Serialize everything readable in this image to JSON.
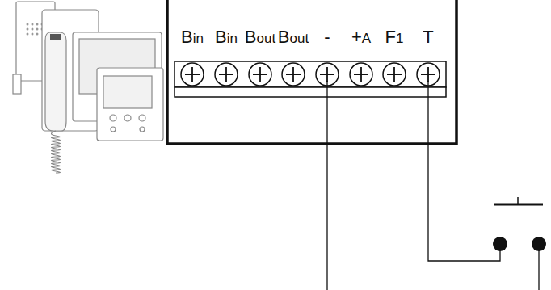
{
  "diagram": {
    "labels": [
      "Bin",
      "Bin",
      "Bout",
      "Bout",
      "-",
      "+A",
      "F1",
      "T"
    ]
  }
}
